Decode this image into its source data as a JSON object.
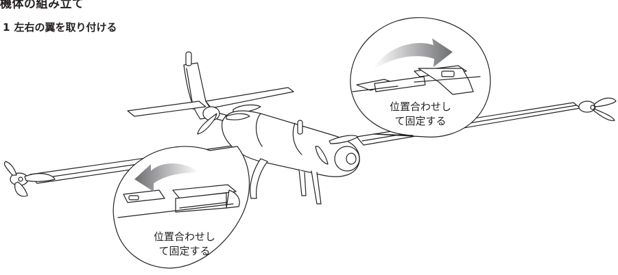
{
  "page": {
    "heading": "機体の組み立て",
    "step_number": "1",
    "step_text": "左右の翼を取り付ける"
  },
  "callouts": {
    "right": {
      "line1": "位置合わせし",
      "line2": "て固定する"
    },
    "left": {
      "line1": "位置合わせし",
      "line2": "て固定する"
    }
  },
  "colors": {
    "line": "#231f20",
    "arrow_gradient_start": "#ffffff",
    "arrow_gradient_end": "#6d6e71",
    "accent_gray": "#bcbec0"
  },
  "icons": {
    "right_arrow": "curved-arrow-right-icon",
    "left_arrow": "curved-arrow-left-icon"
  }
}
